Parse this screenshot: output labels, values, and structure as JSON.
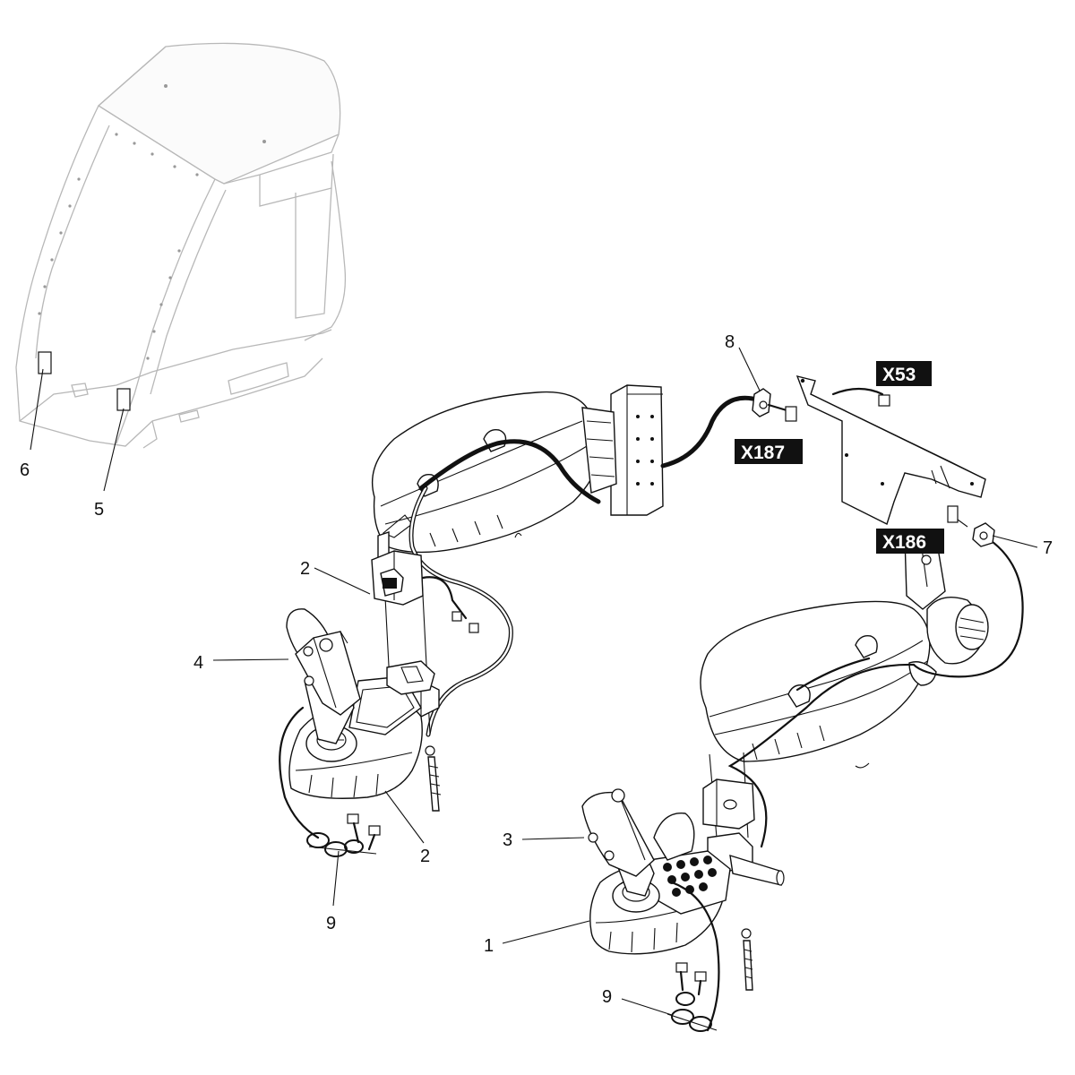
{
  "callouts": {
    "c1": "1",
    "c2a": "2",
    "c2b": "2",
    "c3": "3",
    "c4": "4",
    "c5": "5",
    "c6": "6",
    "c7": "7",
    "c8": "8",
    "c9a": "9",
    "c9b": "9"
  },
  "connectors": {
    "x53": "X53",
    "x187": "X187",
    "x186": "X186"
  },
  "colors": {
    "line": "#111111",
    "cab_outline": "#b8b8b8",
    "tag_background": "#111111",
    "tag_text": "#ffffff"
  }
}
